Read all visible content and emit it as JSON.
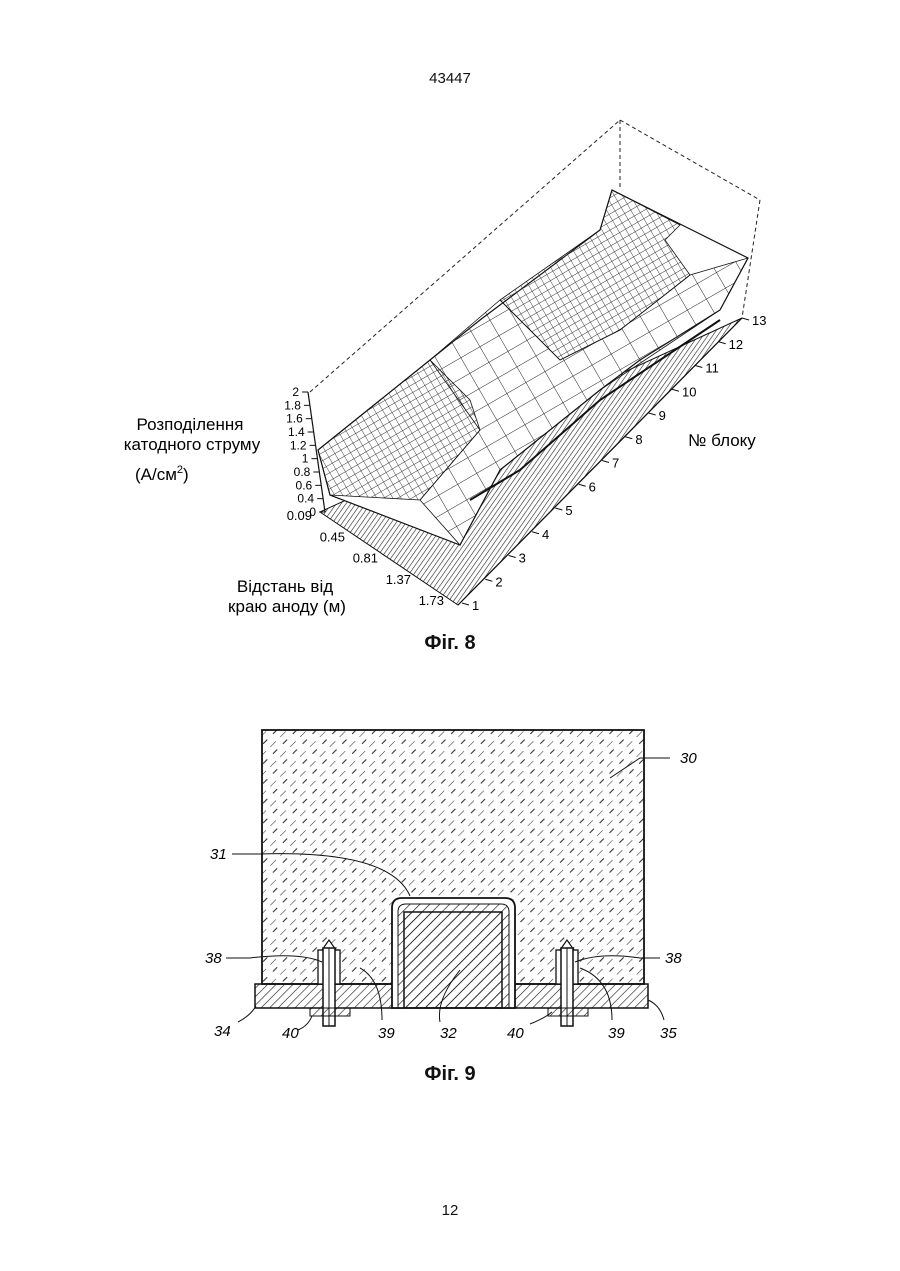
{
  "page": {
    "doc_number": "43447",
    "page_number": "12"
  },
  "fig8": {
    "caption": "Фіг. 8",
    "zlabel": [
      "Розподілення",
      "катодного струму",
      "(А/см",
      "2",
      ")"
    ],
    "xlabel": [
      "Відстань від",
      "краю аноду (м)"
    ],
    "ylabel": "№ блоку",
    "z_ticks": [
      "2",
      "1.8",
      "1.6",
      "1.4",
      "1.2",
      "1",
      "0.8",
      "0.6",
      "0.4",
      "0"
    ],
    "x_ticks": [
      "0.09",
      "0.45",
      "0.81",
      "1.37",
      "1.73"
    ],
    "block_ticks": [
      "1",
      "2",
      "3",
      "4",
      "5",
      "6",
      "7",
      "8",
      "9",
      "10",
      "11",
      "12",
      "13"
    ]
  },
  "fig9": {
    "caption": "Фіг. 9",
    "refs": {
      "r30": "30",
      "r31": "31",
      "r38l": "38",
      "r38r": "38",
      "r34": "34",
      "r40l": "40",
      "r39l": "39",
      "r32": "32",
      "r40r": "40",
      "r39r": "39",
      "r35": "35"
    }
  }
}
